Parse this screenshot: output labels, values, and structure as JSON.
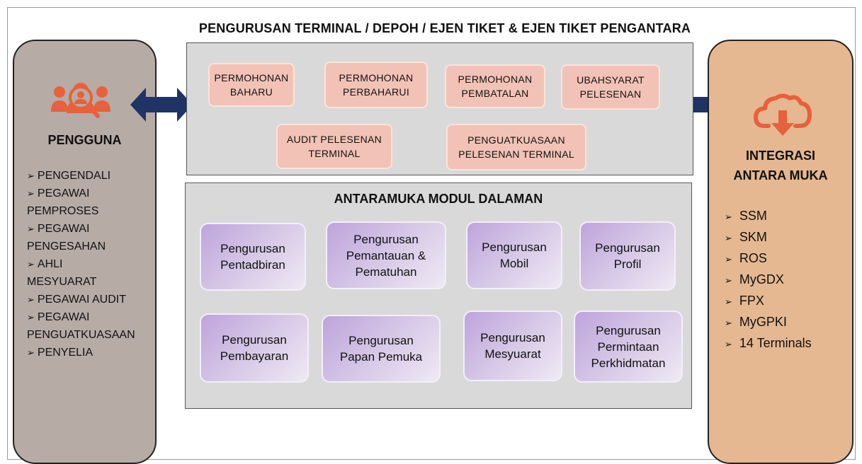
{
  "title": "PENGURUSAN TERMINAL / DEPOH / EJEN TIKET & EJEN TIKET PENGANTARA",
  "left_panel": {
    "icon": "user-search-icon",
    "title": "PENGGUNA",
    "items": [
      "PENGENDALI",
      "PEGAWAI",
      "PEMPROSES",
      "PEGAWAI",
      "PENGESAHAN",
      "AHLI",
      "MESYUARAT",
      "PEGAWAI AUDIT",
      "PEGAWAI",
      "PENGUATKUASAAN",
      "PENYELIA"
    ],
    "bullets": [
      true,
      true,
      false,
      true,
      false,
      true,
      false,
      true,
      true,
      false,
      true
    ],
    "color": "#b7aba6"
  },
  "right_panel": {
    "icon": "cloud-download-icon",
    "title_line1": "INTEGRASI",
    "title_line2": "ANTARA MUKA",
    "items": [
      "SSM",
      "SKM",
      "ROS",
      "MyGDX",
      "FPX",
      "MyGPKI",
      "14 Terminals"
    ],
    "color": "#e5b891"
  },
  "license_actions": [
    "PERMOHONAN\nBAHARU",
    "PERMOHONAN\nPERBAHARUI",
    "PERMOHONAN\nPEMBATALAN",
    "UBAHSYARAT\nPELESENAN",
    "AUDIT PELESENAN\nTERMINAL",
    "PENGUATKUASAAN\nPELESENAN TERMINAL"
  ],
  "internal_modules": {
    "title": "ANTARAMUKA MODUL DALAMAN",
    "items": [
      "Pengurusan\nPentadbiran",
      "Pengurusan\nPemantauan &\nPematuhan",
      "Pengurusan\nMobil",
      "Pengurusan\nProfil",
      "Pengurusan\nPembayaran",
      "Pengurusan\nPapan Pemuka",
      "Pengurusan\nMesyuarat",
      "Pengurusan\nPermintaan\nPerkhidmatan"
    ]
  },
  "colors": {
    "arrow": "#1f3464",
    "icon_red": "#e8603c",
    "pink_box": "#f2c2b6",
    "purple_box": "#bea4dc",
    "gray_box": "#d9d9d9"
  }
}
